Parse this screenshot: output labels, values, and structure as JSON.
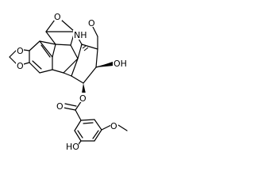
{
  "image": {
    "background": "#ffffff",
    "stroke_color": "#000000"
  },
  "atoms": {
    "bridge_oxygen": "O",
    "amine": "NH",
    "methoxy_oxygen_top": "O",
    "hydroxyl": "OH",
    "dioxole_oxygen_upper": "O",
    "dioxole_oxygen_lower": "O",
    "ester_oxygen": "O",
    "carbonyl_oxygen": "O",
    "methoxy_oxygen_aryl": "O",
    "phenol_hydroxyl": "HO"
  }
}
